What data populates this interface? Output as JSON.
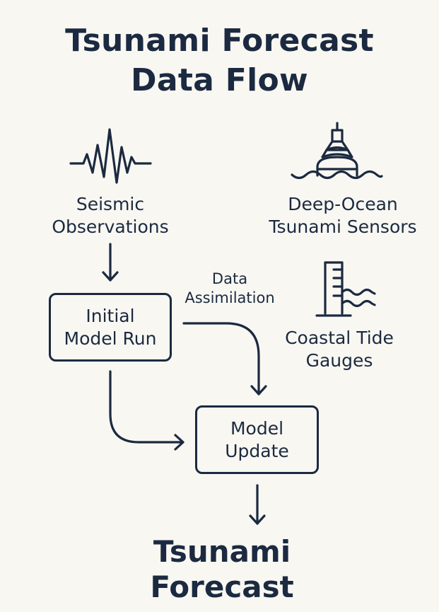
{
  "title": {
    "line1": "Tsunami Forecast",
    "line2": "Data Flow"
  },
  "sources": {
    "seismic": {
      "icon": "seismograph-icon",
      "line1": "Seismic",
      "line2": "Observations"
    },
    "dart": {
      "icon": "buoy-icon",
      "line1": "Deep-Ocean",
      "line2": "Tsunami Sensors"
    },
    "tide": {
      "icon": "tide-gauge-icon",
      "line1": "Coastal Tide",
      "line2": "Gauges"
    }
  },
  "nodes": {
    "initial": {
      "line1": "Initial",
      "line2": "Model Run"
    },
    "update": {
      "line1": "Model",
      "line2": "Update"
    }
  },
  "edge_labels": {
    "assimilation": {
      "line1": "Data",
      "line2": "Assimilation"
    }
  },
  "output": {
    "line1": "Tsunami",
    "line2": "Forecast"
  },
  "colors": {
    "ink": "#1b2a40",
    "background": "#f9f7f2"
  }
}
